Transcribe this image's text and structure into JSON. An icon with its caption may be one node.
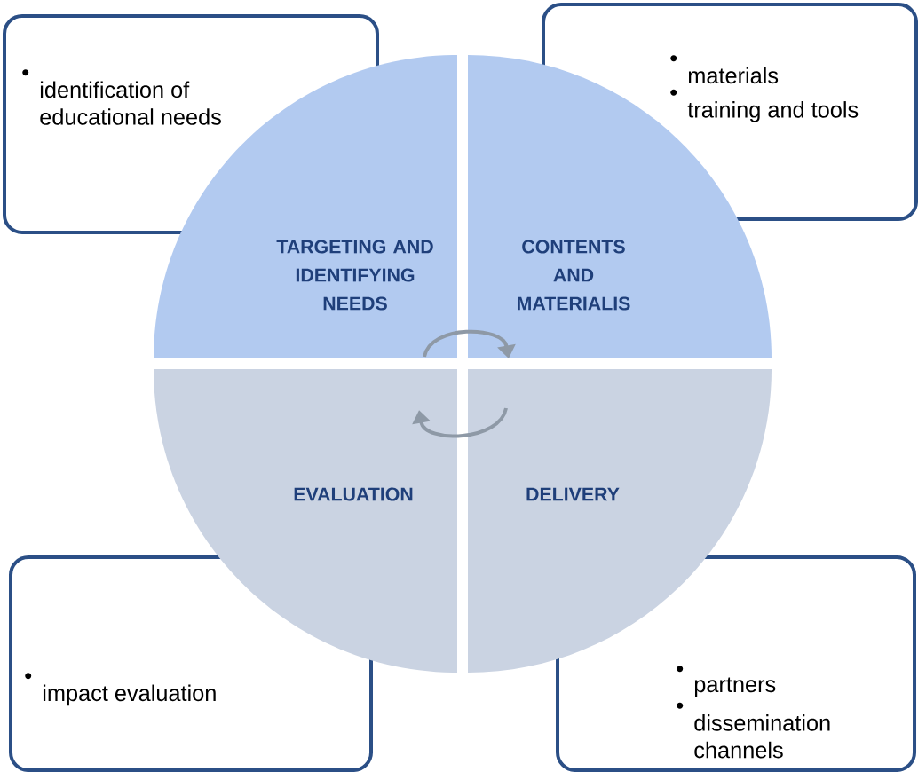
{
  "diagram": {
    "nodes": [
      {
        "text": [
          "identification of educational needs"
        ]
      },
      {
        "text": [
          "materials",
          "training and tools"
        ]
      },
      {
        "text": [
          "TARGETING AND IDENTIFYING NEEDS"
        ]
      },
      {
        "text": [
          "CONTENTS AND MATERIALIS"
        ]
      },
      {
        "text": [
          "EVALUATION"
        ]
      },
      {
        "text": [
          "DELIVERY"
        ]
      },
      {
        "text": [
          "impact evaluation"
        ]
      },
      {
        "text": [
          "partners",
          "dissemination channels"
        ]
      }
    ],
    "edges": [
      {
        "from": 2,
        "to": 3,
        "arrow": "to"
      },
      {
        "from": 5,
        "to": 4,
        "arrow": "to"
      }
    ]
  }
}
